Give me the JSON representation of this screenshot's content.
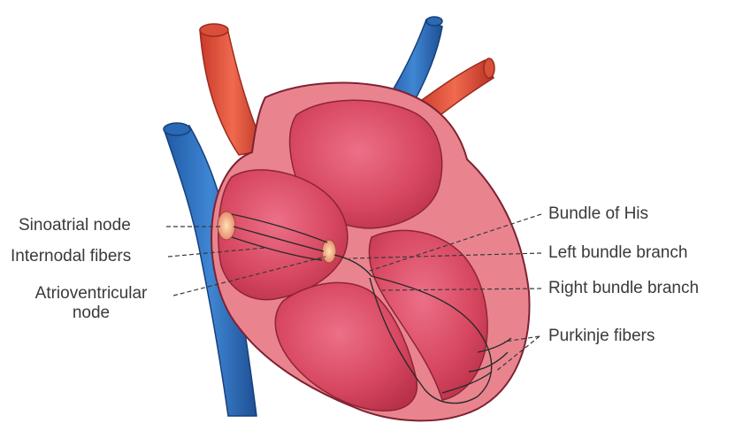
{
  "diagram": {
    "labels_left": {
      "sinoatrial": "Sinoatrial node",
      "internodal": "Internodal fibers",
      "av_line1": "Atrioventricular",
      "av_line2": "node"
    },
    "labels_right": {
      "bundle_his": "Bundle of His",
      "left_branch": "Left bundle branch",
      "right_branch": "Right bundle branch",
      "purkinje": "Purkinje fibers"
    },
    "colors": {
      "vein_blue": "#2f6fb8",
      "artery_red": "#e0553f",
      "heart_outer": "#e9848f",
      "chamber": "#d94b63",
      "node": "#f2b38a",
      "line": "#2a2a2a"
    }
  }
}
